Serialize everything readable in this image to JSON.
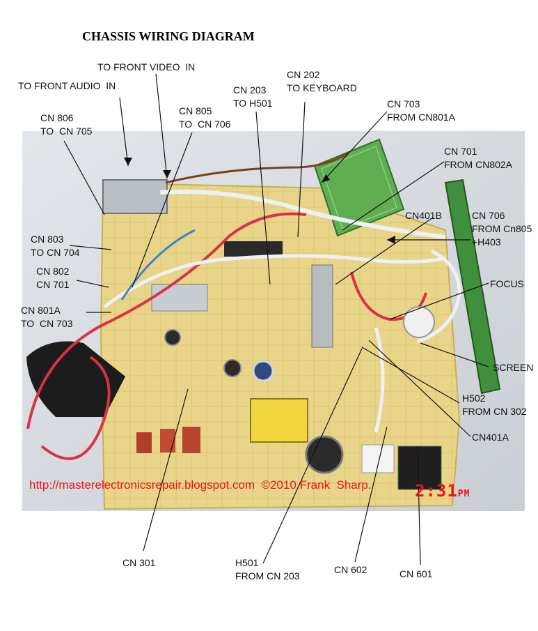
{
  "title": "CHASSIS WIRING DIAGRAM",
  "labels": {
    "front_video": "TO FRONT VIDEO  IN",
    "front_audio": "TO FRONT AUDIO  IN",
    "cn806": "CN 806\nTO  CN 705",
    "cn805": "CN 805\nTO  CN 706",
    "cn203": "CN 203\nTO H501",
    "cn202": "CN 202\nTO KEYBOARD",
    "cn703": "CN 703\nFROM CN801A",
    "cn701": "CN 701\nFROM CN802A",
    "cn401b": "CN401B",
    "cn706": "CN 706\nFROM Cn805\n+H403",
    "cn803": "CN 803\nTO CN 704",
    "cn802": "CN 802\nCN 701",
    "cn801a": "CN 801A\nTO  CN 703",
    "focus": "FOCUS",
    "screen": "SCREEN",
    "h502": "H502\nFROM CN 302",
    "cn401a": "CN401A",
    "cn301": "CN 301",
    "h501": "H501\nFROM CN 203",
    "cn602": "CN 602",
    "cn601": "CN 601"
  },
  "watermark": "http://masterelectronicsrepair.blogspot.com  ©2010 Frank  Sharp.",
  "timestamp": {
    "time": "2:31",
    "ampm": "PM"
  },
  "colors": {
    "board": "#e9d58a",
    "board_dark": "#d6bd62",
    "background": "#d9dde2",
    "accent_red": "#e8141c",
    "pcb_green": "#3f8f3c",
    "wire_red": "#d8324a",
    "wire_white": "#eef1f4"
  }
}
